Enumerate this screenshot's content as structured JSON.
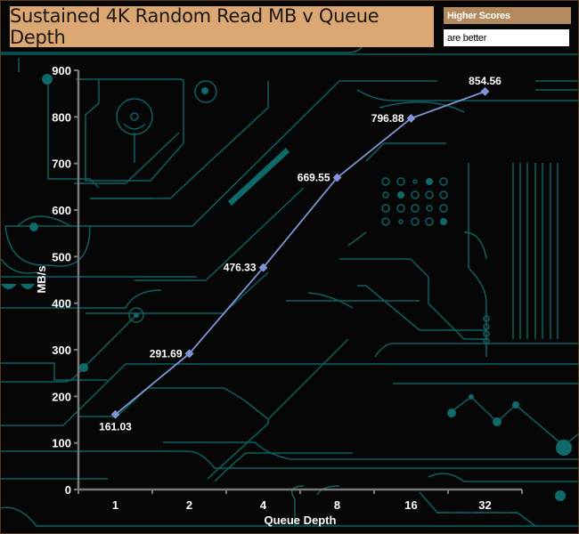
{
  "header": {
    "title": "Sustained 4K Random Read MB v Queue Depth",
    "badge_top": "Higher Scores",
    "badge_bottom": "are better"
  },
  "colors": {
    "background": "#060606",
    "circuit": "#0f6b6b",
    "title_bg": "#dba874",
    "badge_bg": "#b38a5e",
    "axis": "#7a7a7a",
    "series": "#7f95d6"
  },
  "chart_data": {
    "type": "line",
    "title": "Sustained 4K Random Read MB v Queue Depth",
    "xlabel": "Queue Depth",
    "ylabel": "MB/s",
    "categories": [
      "1",
      "2",
      "4",
      "8",
      "16",
      "32"
    ],
    "series": [
      {
        "name": "Sustained 4K Random Read",
        "values": [
          161.03,
          291.69,
          476.33,
          669.55,
          796.88,
          854.56
        ]
      }
    ],
    "data_labels": [
      "161.03",
      "291.69",
      "476.33",
      "669.55",
      "796.88",
      "854.56"
    ],
    "ylim": [
      0,
      900
    ],
    "yticks": [
      0,
      100,
      200,
      300,
      400,
      500,
      600,
      700,
      800,
      900
    ],
    "ytick_labels": [
      "0",
      "100",
      "200",
      "300",
      "400",
      "500",
      "600",
      "700",
      "800",
      "900"
    ],
    "grid": false,
    "legend": "none"
  }
}
